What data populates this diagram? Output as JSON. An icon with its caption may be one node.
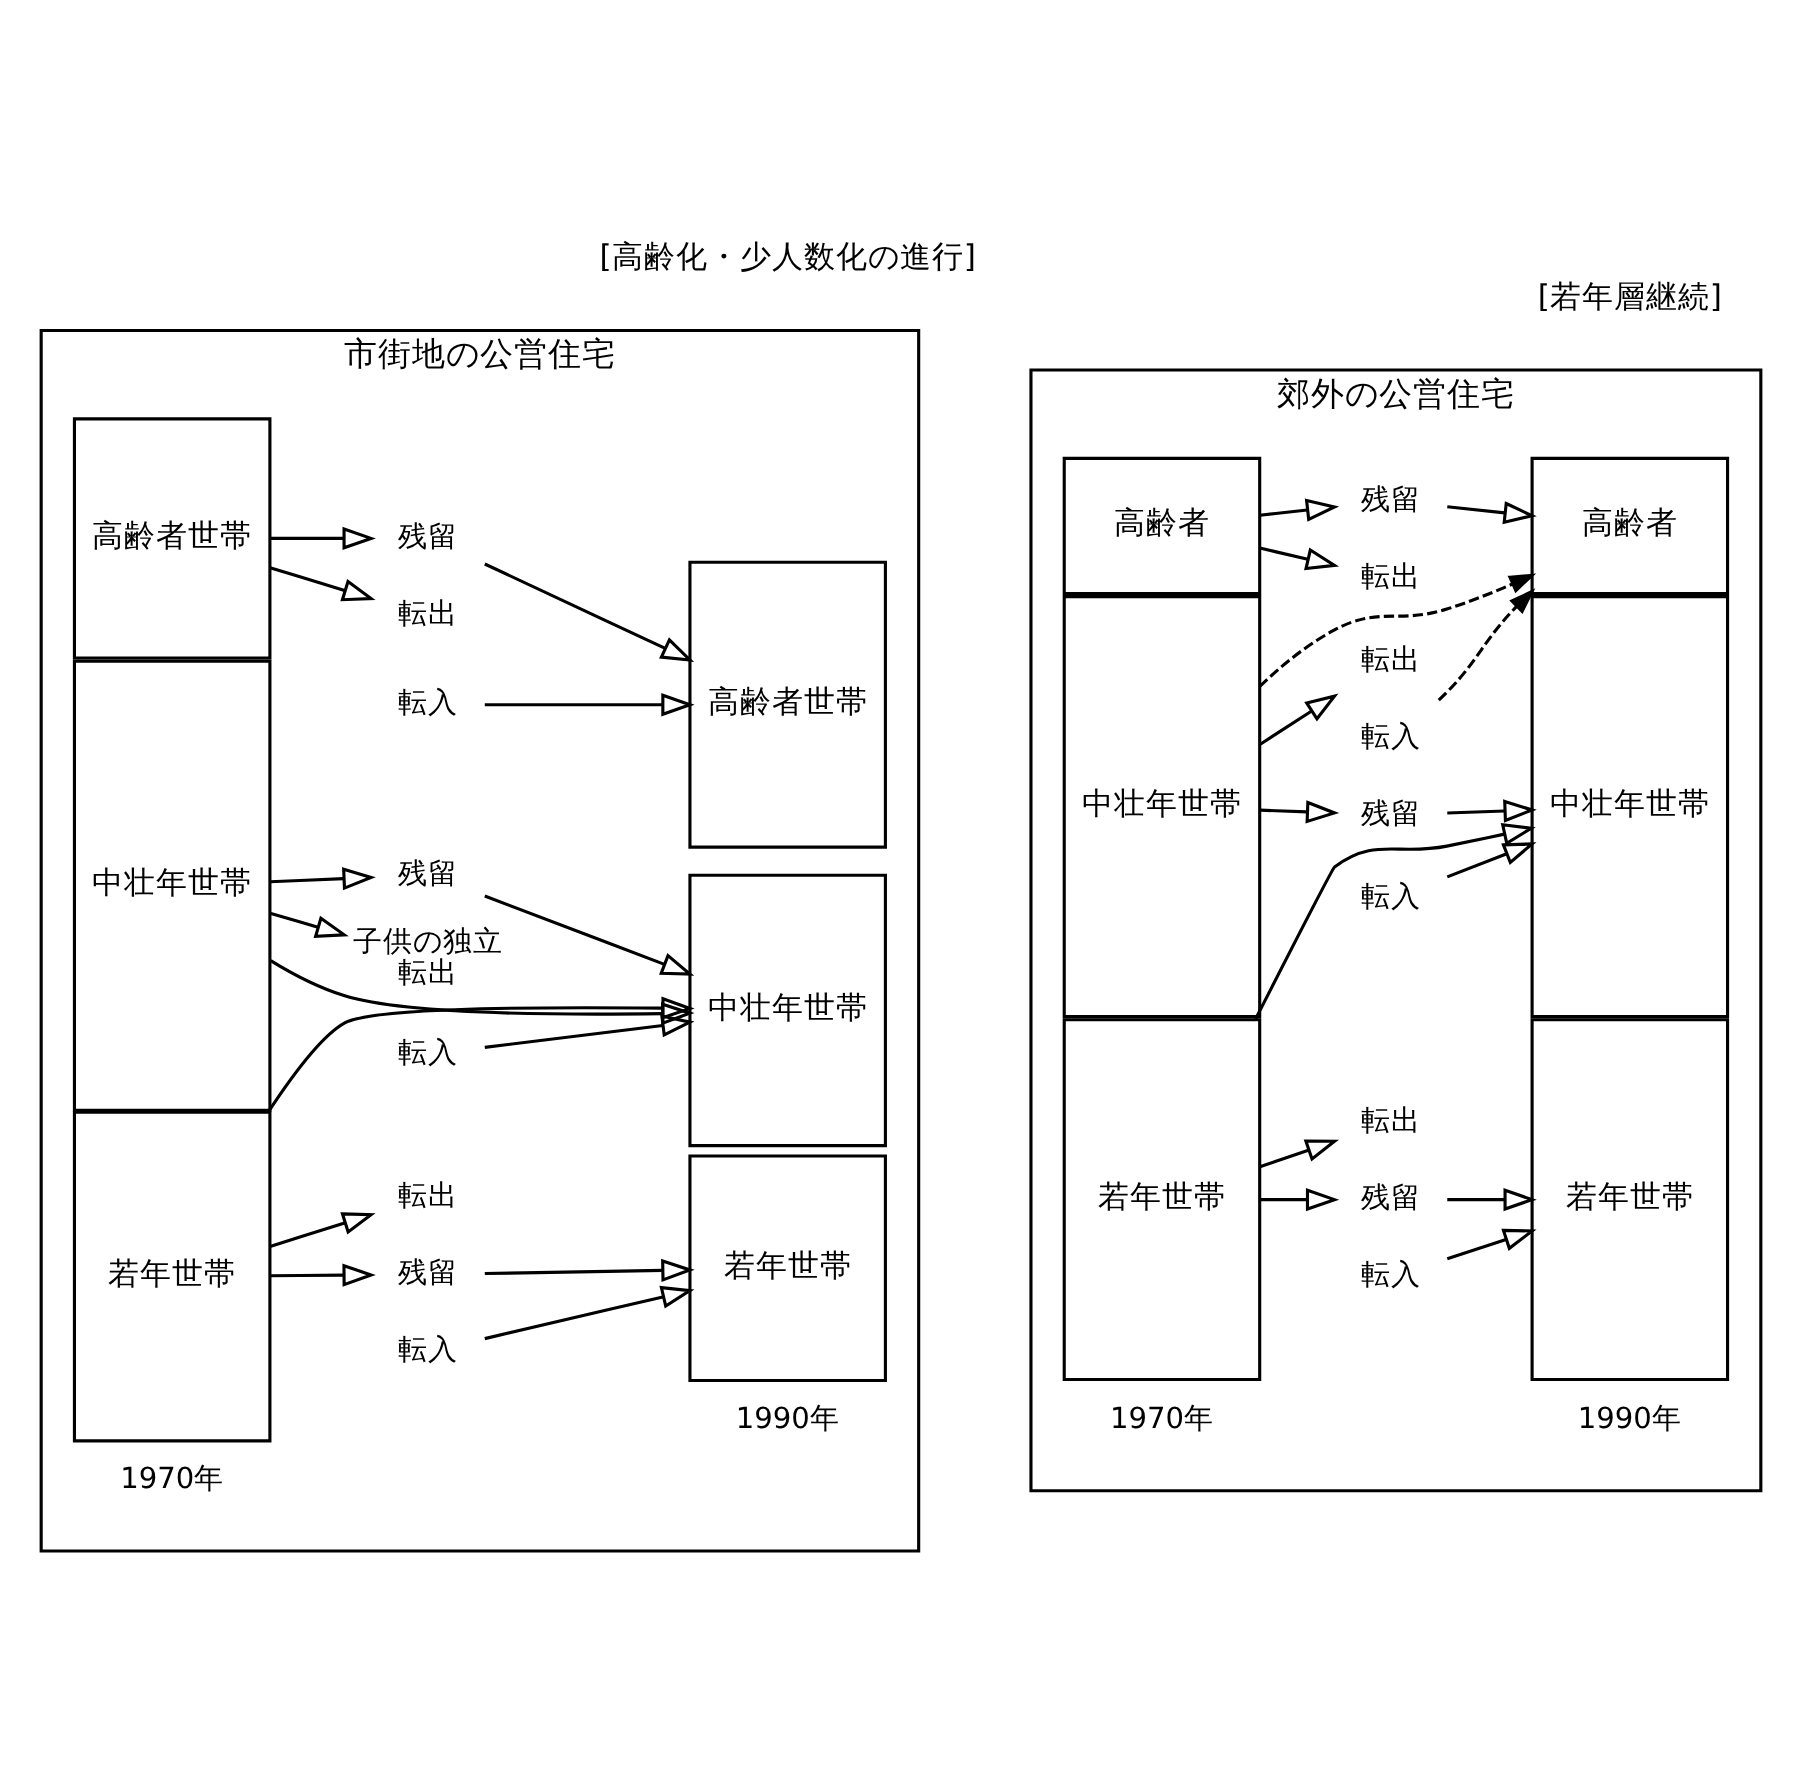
{
  "diagram": {
    "nodes": [
      {
        "text": [
          "市街地の公営住宅"
        ]
      },
      {
        "text": [
          "高齢者世帯"
        ],
        "in": 0
      },
      {
        "text": [
          "中壮年世帯"
        ],
        "in": 0
      },
      {
        "text": [
          "若年世帯"
        ],
        "in": 0
      },
      {
        "text": [
          "高齢者世帯"
        ],
        "in": 0
      },
      {
        "text": [
          "中壮年世帯"
        ],
        "in": 0
      },
      {
        "text": [
          "若年世帯"
        ],
        "in": 0
      },
      {
        "text": [
          "転出"
        ],
        "in": 0
      },
      {
        "text": [
          "転入"
        ],
        "in": 0
      },
      {
        "text": [
          "残留"
        ],
        "in": 0
      },
      {
        "text": [
          "子供の独立",
          "転出"
        ],
        "in": 0
      },
      {
        "text": [
          "残留"
        ],
        "in": 0
      },
      {
        "text": [
          "転入"
        ],
        "in": 0
      },
      {
        "text": [
          "残留"
        ],
        "in": 0
      },
      {
        "text": [
          "転出"
        ],
        "in": 0
      },
      {
        "text": [
          "転入"
        ],
        "in": 0
      },
      {
        "text": [
          "郊外の公営住宅"
        ]
      },
      {
        "text": [
          "高齢者"
        ],
        "in": 16
      },
      {
        "text": [
          "中壮年世帯"
        ],
        "in": 16
      },
      {
        "text": [
          "若年世帯"
        ],
        "in": 16
      },
      {
        "text": [
          "高齢者"
        ],
        "in": 16
      },
      {
        "text": [
          "中壮年世帯"
        ],
        "in": 16
      },
      {
        "text": [
          "若年世帯"
        ],
        "in": 16
      },
      {
        "text": [
          "転出"
        ],
        "in": 16
      },
      {
        "text": [
          "転入"
        ],
        "in": 16
      },
      {
        "text": [
          "残留"
        ],
        "in": 16
      },
      {
        "text": [
          "残留"
        ],
        "in": 16
      },
      {
        "text": [
          "転出"
        ],
        "in": 16
      },
      {
        "text": [
          "転入"
        ],
        "in": 16
      },
      {
        "text": [
          "残留"
        ],
        "in": 16
      },
      {
        "text": [
          "転出"
        ],
        "in": 16
      },
      {
        "text": [
          "転入"
        ],
        "in": 16
      }
    ],
    "edges": [
      {
        "from": 1,
        "to": 7,
        "arrow": "to"
      },
      {
        "from": 8,
        "to": 4,
        "arrow": "to"
      },
      {
        "from": 1,
        "to": 9,
        "arrow": "to"
      },
      {
        "from": 9,
        "to": 4,
        "arrow": "to"
      },
      {
        "from": 2,
        "to": 10,
        "arrow": "to"
      },
      {
        "from": 2,
        "to": 5,
        "arrow": "to"
      },
      {
        "from": 2,
        "to": 11,
        "arrow": "to"
      },
      {
        "from": 11,
        "to": 5,
        "arrow": "to"
      },
      {
        "from": 12,
        "to": 5,
        "arrow": "to"
      },
      {
        "from": 3,
        "to": 5,
        "arrow": "to"
      },
      {
        "from": 3,
        "to": 13,
        "arrow": "to"
      },
      {
        "from": 13,
        "to": 6,
        "arrow": "to"
      },
      {
        "from": 3,
        "to": 14,
        "arrow": "to"
      },
      {
        "from": 15,
        "to": 6,
        "arrow": "to"
      },
      {
        "from": 17,
        "to": 23,
        "arrow": "to"
      },
      {
        "from": 24,
        "to": 20,
        "arrow": "to",
        "style": "dashed"
      },
      {
        "from": 17,
        "to": 25,
        "arrow": "to"
      },
      {
        "from": 25,
        "to": 20,
        "arrow": "to"
      },
      {
        "from": 18,
        "to": 20,
        "arrow": "to",
        "style": "dashed"
      },
      {
        "from": 18,
        "to": 26,
        "arrow": "to"
      },
      {
        "from": 26,
        "to": 21,
        "arrow": "to"
      },
      {
        "from": 18,
        "to": 27,
        "arrow": "to"
      },
      {
        "from": 28,
        "to": 21,
        "arrow": "to"
      },
      {
        "from": 19,
        "to": 21,
        "arrow": "to"
      },
      {
        "from": 19,
        "to": 29,
        "arrow": "to"
      },
      {
        "from": 29,
        "to": 22,
        "arrow": "to"
      },
      {
        "from": 19,
        "to": 30,
        "arrow": "to"
      },
      {
        "from": 31,
        "to": 22,
        "arrow": "to"
      }
    ],
    "labels": [
      "1970年",
      "1990年",
      "1970年",
      "1990年",
      "[高齢化・少人数化の進行]",
      "[若年層継続]"
    ]
  }
}
